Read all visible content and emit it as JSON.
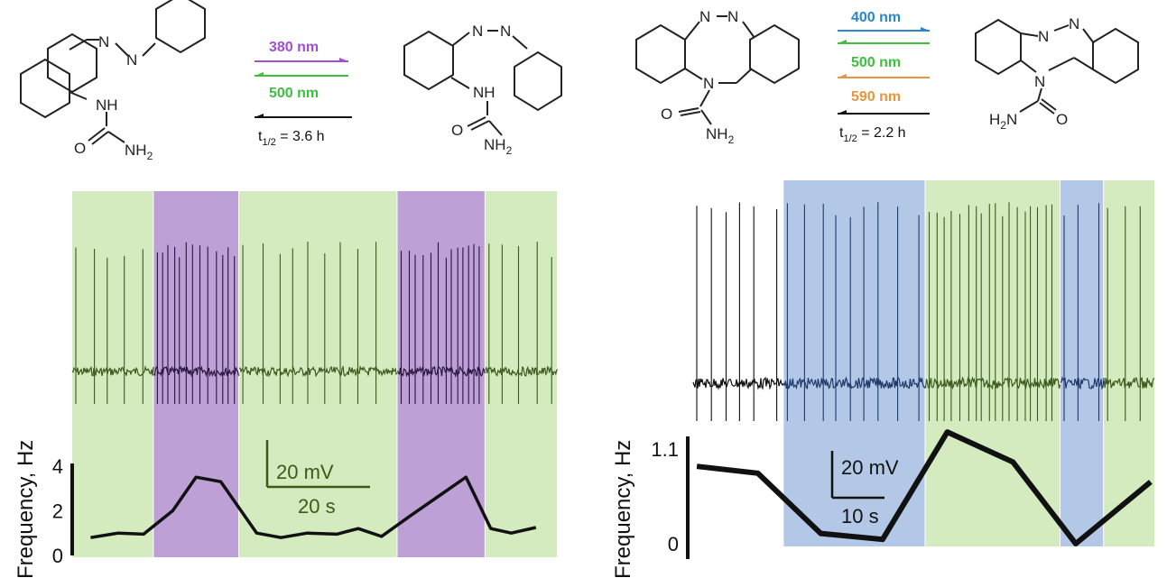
{
  "colors": {
    "green_bg": "#d3ebbf",
    "purple_bg": "#bca0d6",
    "blue_bg": "#b3c7e6",
    "trace_black": "#111111",
    "trace_green": "#3d5a1e",
    "trace_purple": "#2a1440",
    "trace_blue": "#203a6a",
    "violet": "#a04fcf",
    "green": "#3fbf3f",
    "blue": "#2a86c8",
    "orange": "#e6963c",
    "scale_green": "#3b5a17"
  },
  "scheme_left": {
    "arrow1_label": "380 nm",
    "arrow2_label": "500 nm",
    "t_half_label": "t",
    "t_half_sub": "1/2",
    "t_half_value": " = 3.6 h",
    "atoms": {
      "n": "N",
      "nh": "NH",
      "o": "O",
      "nh2": "NH",
      "nh2_sub": "2"
    }
  },
  "scheme_right": {
    "arrow1_label": "400 nm",
    "arrow2_label": "500 nm",
    "arrow3_label": "590 nm",
    "t_half_label": "t",
    "t_half_sub": "1/2",
    "t_half_value": " = 2.2 h",
    "atoms": {
      "n": "N",
      "o": "O",
      "nh2": "NH",
      "nh2_sub": "2",
      "h2n": "H",
      "h2n_sub": "2",
      "h2n_tail": "N"
    }
  },
  "chart_data": [
    {
      "type": "line",
      "title": "",
      "ylabel": "Frequency, Hz",
      "yticks": [
        "4",
        "2",
        "0"
      ],
      "ylim": [
        0,
        5
      ],
      "xlim": [
        0,
        100
      ],
      "light_epochs": [
        {
          "start": 0,
          "end": 16.8,
          "light": "500 nm"
        },
        {
          "start": 16.8,
          "end": 34.4,
          "light": "380 nm"
        },
        {
          "start": 34.4,
          "end": 67.0,
          "light": "500 nm"
        },
        {
          "start": 67.0,
          "end": 85.1,
          "light": "380 nm"
        },
        {
          "start": 85.1,
          "end": 100,
          "light": "500 nm"
        }
      ],
      "series": [
        {
          "x": [
            3.8,
            9.5,
            14.7,
            20.7,
            25.5,
            30.6,
            38.0,
            43.0,
            48.4,
            54.5,
            58.9,
            63.7,
            69.8,
            75.8,
            81.1,
            86.2,
            90.4,
            95.5
          ],
          "y": [
            0.8,
            1.0,
            0.95,
            2.0,
            3.5,
            3.3,
            1.0,
            0.8,
            1.0,
            0.95,
            1.2,
            0.85,
            1.8,
            2.7,
            3.5,
            1.2,
            1.0,
            1.25
          ]
        }
      ],
      "scale_bar": {
        "y_label": "20 mV",
        "x_label": "20 s"
      }
    },
    {
      "type": "line",
      "title": "",
      "ylabel": "Frequency, Hz",
      "yticks": [
        "1.1",
        "0"
      ],
      "ylim": [
        0,
        1.5
      ],
      "xlim": [
        0,
        100
      ],
      "light_epochs": [
        {
          "start": 0,
          "end": 19.6,
          "light": "dark"
        },
        {
          "start": 19.6,
          "end": 50.3,
          "light": "400 nm"
        },
        {
          "start": 50.3,
          "end": 79.5,
          "light": "500 nm"
        },
        {
          "start": 79.5,
          "end": 88.9,
          "light": "400 nm"
        },
        {
          "start": 88.9,
          "end": 100,
          "light": "500 nm"
        }
      ],
      "series": [
        {
          "x": [
            0.8,
            14.0,
            27.6,
            41.0,
            55.0,
            69.2,
            82.8,
            99.0
          ],
          "y": [
            0.9,
            0.82,
            0.12,
            0.05,
            1.3,
            0.95,
            0.0,
            0.72
          ]
        }
      ],
      "scale_bar": {
        "y_label": "20 mV",
        "x_label": "10 s"
      }
    }
  ]
}
